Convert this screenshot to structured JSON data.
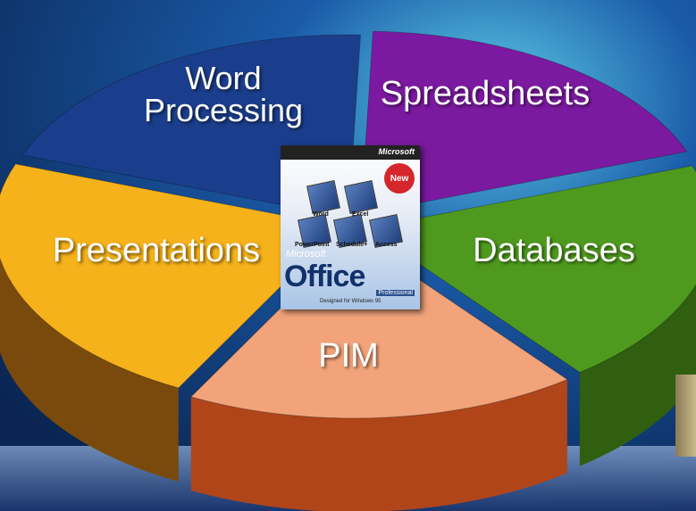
{
  "slices": [
    {
      "id": "word",
      "label": "Word\nProcessing",
      "top_color": "#1b3e8c",
      "side_color": "#12285e"
    },
    {
      "id": "spreadsheets",
      "label": "Spreadsheets",
      "top_color": "#7b1aa0",
      "side_color": "#4b0e62"
    },
    {
      "id": "databases",
      "label": "Databases",
      "top_color": "#4f9a1e",
      "side_color": "#2f5f0f"
    },
    {
      "id": "pim",
      "label": "PIM",
      "top_color": "#f2a37a",
      "side_color": "#b0451a"
    },
    {
      "id": "presentations",
      "label": "Presentations",
      "top_color": "#f5b21a",
      "side_color": "#7a4a0c"
    }
  ],
  "product_box": {
    "brand": "Microsoft",
    "badge": "New",
    "apps": [
      "Word",
      "Excel",
      "PowerPoint",
      "Schedule+",
      "Access"
    ],
    "ms_label": "Microsoft",
    "product_name": "Office",
    "edition": "Professional",
    "platform": "Designed for Windows 95"
  },
  "colors": {
    "background_top": "#1a5aa8",
    "background_bottom": "#0a2552",
    "highlight": "#5fd0e8"
  }
}
